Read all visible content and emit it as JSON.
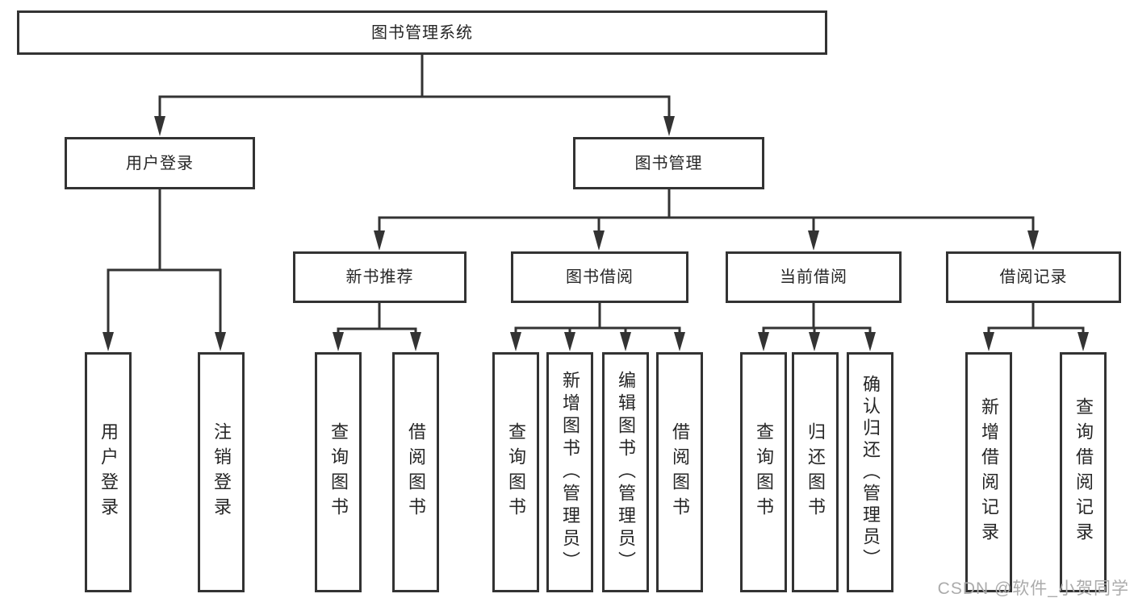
{
  "diagram": {
    "type": "hierarchy-tree",
    "nodes": {
      "root": "图书管理系统",
      "user_login": "用户登录",
      "book_mgmt": "图书管理",
      "new_book_rec": "新书推荐",
      "book_borrow": "图书借阅",
      "current_borrow": "当前借阅",
      "borrow_record": "借阅记录",
      "leaf_user_login": "用户登录",
      "leaf_logout": "注销登录",
      "leaf_rec_query_book": "查询图书",
      "leaf_rec_borrow_book": "借阅图书",
      "leaf_bb_query_book": "查询图书",
      "leaf_bb_add_book": "新增图书（管理员）",
      "leaf_bb_edit_book": "编辑图书（管理员）",
      "leaf_bb_borrow_book": "借阅图书",
      "leaf_cb_query_book": "查询图书",
      "leaf_cb_return_book": "归还图书",
      "leaf_cb_confirm_return": "确认归还（管理员）",
      "leaf_br_add_record": "新增借阅记录",
      "leaf_br_query_record": "查询借阅记录"
    },
    "hierarchy": [
      {
        "parent": "图书管理系统",
        "children": [
          "用户登录",
          "图书管理"
        ]
      },
      {
        "parent": "用户登录",
        "children": [
          "用户登录",
          "注销登录"
        ]
      },
      {
        "parent": "图书管理",
        "children": [
          "新书推荐",
          "图书借阅",
          "当前借阅",
          "借阅记录"
        ]
      },
      {
        "parent": "新书推荐",
        "children": [
          "查询图书",
          "借阅图书"
        ]
      },
      {
        "parent": "图书借阅",
        "children": [
          "查询图书",
          "新增图书（管理员）",
          "编辑图书（管理员）",
          "借阅图书"
        ]
      },
      {
        "parent": "当前借阅",
        "children": [
          "查询图书",
          "归还图书",
          "确认归还（管理员）"
        ]
      },
      {
        "parent": "借阅记录",
        "children": [
          "新增借阅记录",
          "查询借阅记录"
        ]
      }
    ]
  },
  "watermark": "CSDN @软件_小贺同学",
  "colors": {
    "line": "#333333",
    "border": "#333333",
    "text": "#262626",
    "background": "#ffffff",
    "watermark": "#ababab"
  }
}
